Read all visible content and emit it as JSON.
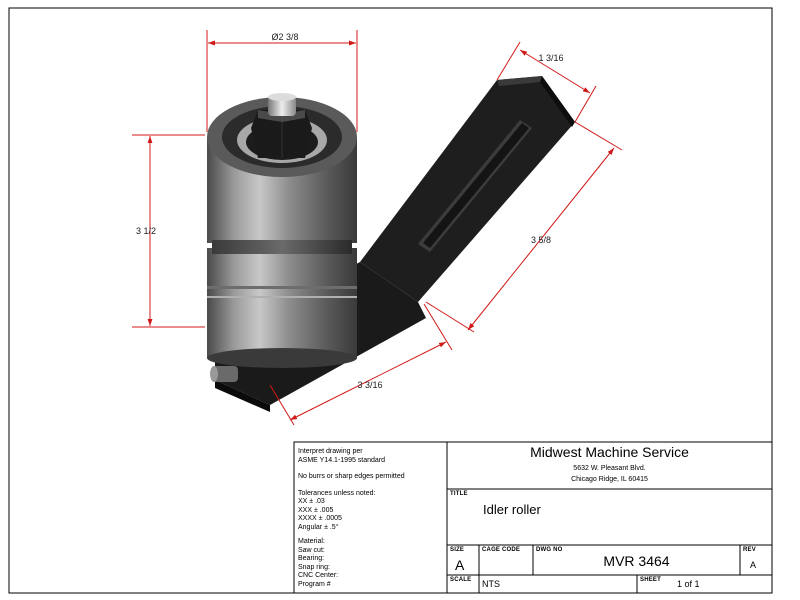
{
  "dimensions": {
    "diameter": "Ø2 3/8",
    "height": "3 1/2",
    "bracket_width": "1 3/16",
    "slot_length": "3 5/8",
    "base_length": "3 3/16"
  },
  "notes": {
    "interpret_line1": "Interpret drawing per",
    "interpret_line2": "ASME Y14.1-1995 standard",
    "burrs": "No burrs or sharp edges permitted",
    "tol_header": "Tolerances unless noted:",
    "tol_xx": "XX ± .03",
    "tol_xxx": "XXX ± .005",
    "tol_xxxx": "XXXX ± .0005",
    "tol_angular": "Angular ± .5°",
    "material": "Material:",
    "saw_cut": "Saw cut:",
    "bearing": "Bearing:",
    "snap_ring": "Snap ring:",
    "cnc_center": "CNC Center:",
    "program": "Program #"
  },
  "title_block": {
    "company": "Midwest Machine Service",
    "address1": "5632 W. Pleasant Blvd.",
    "address2": "Chicago Ridge, IL 60415",
    "title_label": "TITLE",
    "title": "Idler roller",
    "size_label": "SIZE",
    "size": "A",
    "cage_label": "CAGE CODE",
    "dwg_label": "DWG NO",
    "dwg_no": "MVR 3464",
    "rev_label": "REV",
    "rev": "A",
    "scale_label": "SCALE",
    "scale": "NTS",
    "sheet_label": "SHEET",
    "sheet": "1 of 1"
  },
  "colors": {
    "dimension_line": "#d01818",
    "roller": "#8a8a8a",
    "bracket": "#1c1c1c",
    "border": "#000000"
  }
}
